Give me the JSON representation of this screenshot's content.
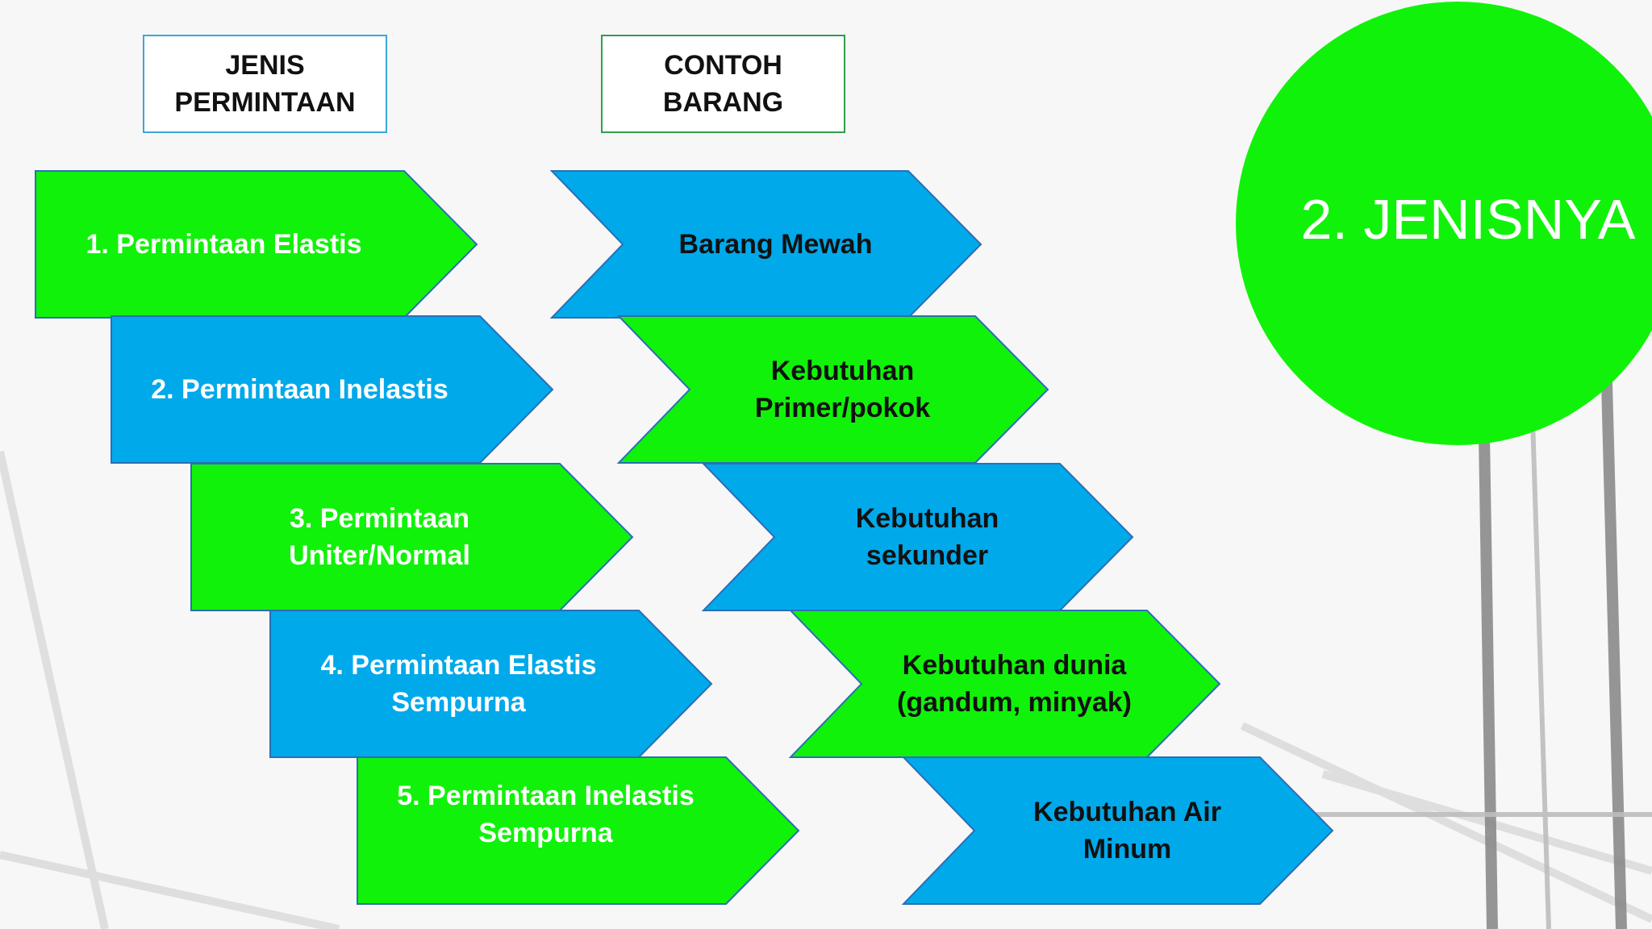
{
  "colors": {
    "green": "#11f20a",
    "blue": "#00a9ea",
    "shape_border": "#2a6fb5",
    "label_dark": "#111111",
    "label_light": "#ffffff"
  },
  "headers": {
    "left": [
      "JENIS",
      "PERMINTAAN"
    ],
    "right": [
      "CONTOH",
      "BARANG"
    ]
  },
  "title": "2. JENISNYA",
  "rows": [
    {
      "type_lines": [
        "1. Permintaan Elastis"
      ],
      "type_color": "green",
      "example_lines": [
        "Barang Mewah"
      ],
      "example_color": "blue"
    },
    {
      "type_lines": [
        "2. Permintaan Inelastis"
      ],
      "type_color": "blue",
      "example_lines": [
        "Kebutuhan",
        "Primer/pokok"
      ],
      "example_color": "green"
    },
    {
      "type_lines": [
        "3. Permintaan",
        "Uniter/Normal"
      ],
      "type_color": "green",
      "example_lines": [
        "Kebutuhan",
        "sekunder"
      ],
      "example_color": "blue"
    },
    {
      "type_lines": [
        "4. Permintaan Elastis",
        "Sempurna"
      ],
      "type_color": "blue",
      "example_lines": [
        "Kebutuhan dunia",
        "(gandum, minyak)"
      ],
      "example_color": "green"
    },
    {
      "type_lines": [
        "5. Permintaan Inelastis",
        "Sempurna"
      ],
      "type_color": "green",
      "example_lines": [
        "Kebutuhan Air",
        "Minum"
      ],
      "example_color": "blue"
    }
  ]
}
